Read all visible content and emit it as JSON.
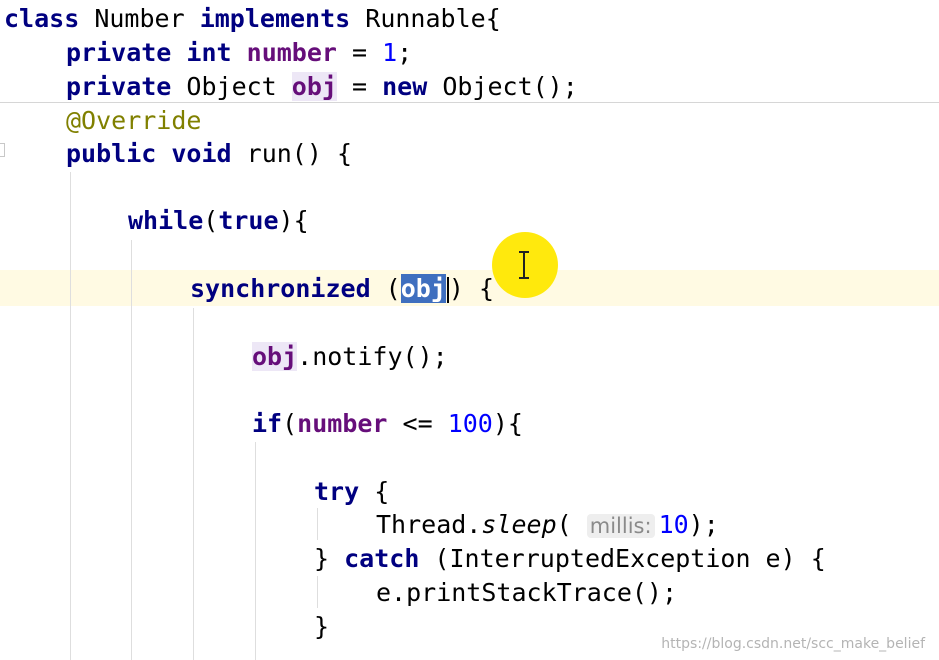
{
  "editor": {
    "lines": {
      "class_decl": {
        "kw_class": "class",
        "name": "Number",
        "kw_implements": "implements",
        "iface": "Runnable{"
      },
      "field_number": {
        "kw_private": "private",
        "kw_int": "int",
        "var": "number",
        "eq": " = ",
        "val": "1",
        "semi": ";"
      },
      "field_obj": {
        "kw_private": "private",
        "type": "Object",
        "var": "obj",
        "eq": " = ",
        "kw_new": "new",
        "ctor": "Object();"
      },
      "annotation": {
        "text": "@Override"
      },
      "method_decl": {
        "kw_public": "public",
        "kw_void": "void",
        "sig": "run() {"
      },
      "while_stmt": {
        "kw_while": "while",
        "open": "(",
        "kw_true": "true",
        "close": "){"
      },
      "sync_stmt": {
        "kw_synchronized": "synchronized",
        "open": " (",
        "var": "obj",
        "close": ") {"
      },
      "notify_stmt": {
        "var": "obj",
        "call": ".notify();"
      },
      "if_stmt": {
        "kw_if": "if",
        "open": "(",
        "var": "number",
        "op": " <= ",
        "val": "100",
        "close": "){"
      },
      "try_stmt": {
        "kw_try": "try",
        "brace": " {"
      },
      "sleep_stmt": {
        "cls": "Thread.",
        "method": "sleep",
        "paren_open": "(",
        "hint": "millis:",
        "val": "10",
        "paren_close": ");"
      },
      "catch_stmt": {
        "brace": "} ",
        "kw_catch": "catch",
        "params": " (InterruptedException e) {"
      },
      "print_stmt": {
        "text": "e.printStackTrace();"
      },
      "close_brace": {
        "text": "}"
      }
    },
    "colors": {
      "keyword": "#000080",
      "field": "#660e7a",
      "number": "#0000ff",
      "annotation": "#808000",
      "current_line": "#fffae3",
      "selection": "#3f6fbf",
      "cursor_highlight": "#ffe800"
    },
    "icons": {
      "cursor": "i-beam-cursor-icon"
    }
  },
  "watermark": {
    "text": "https://blog.csdn.net/scc_make_belief"
  }
}
